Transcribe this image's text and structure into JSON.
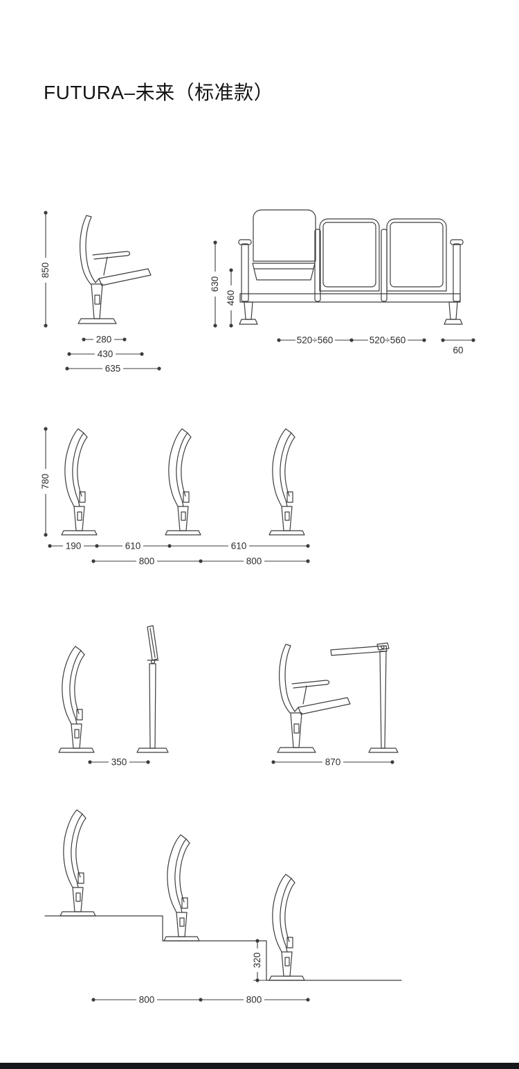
{
  "title": "FUTURA–未来（标准款）",
  "colors": {
    "ink": "#3c3c3c",
    "text": "#2d2d2d",
    "footer_bar": "#17181b"
  },
  "sections": {
    "side_view": {
      "height": "850",
      "seat_width": "280",
      "mid_width": "430",
      "total_depth": "635"
    },
    "front_view": {
      "back_height": "630",
      "tablet_height": "460",
      "seat_pitch_1": "520÷560",
      "seat_pitch_2": "520÷560",
      "end_offset": "60"
    },
    "folded_row": {
      "height": "780",
      "front_offset": "190",
      "clearance_1": "610",
      "clearance_2": "610",
      "row_pitch_1": "800",
      "row_pitch_2": "800"
    },
    "depth_views": {
      "closed_depth": "350",
      "open_depth": "870"
    },
    "stairs": {
      "riser_height": "320",
      "row_pitch_1": "800",
      "row_pitch_2": "800"
    }
  }
}
